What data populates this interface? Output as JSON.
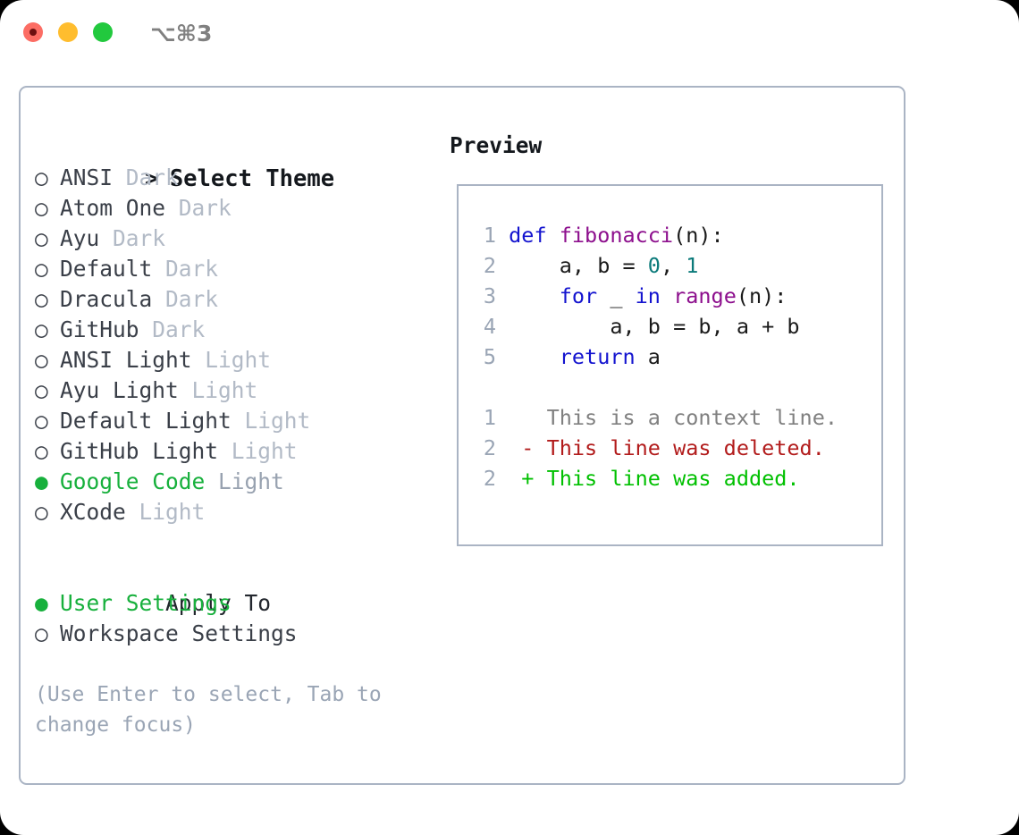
{
  "titlebar": {
    "buttons": [
      "close",
      "minimize",
      "maximize"
    ],
    "shortcut": "⌥⌘3"
  },
  "left_panel": {
    "title": "Select Theme",
    "title_prefix": ">",
    "bullet_unselected": "○",
    "bullet_selected": "●",
    "themes": [
      {
        "name": "ANSI",
        "kind": "Dark",
        "selected": false
      },
      {
        "name": "Atom One",
        "kind": "Dark",
        "selected": false
      },
      {
        "name": "Ayu",
        "kind": "Dark",
        "selected": false
      },
      {
        "name": "Default",
        "kind": "Dark",
        "selected": false
      },
      {
        "name": "Dracula",
        "kind": "Dark",
        "selected": false
      },
      {
        "name": "GitHub",
        "kind": "Dark",
        "selected": false
      },
      {
        "name": "ANSI Light",
        "kind": "Light",
        "selected": false
      },
      {
        "name": "Ayu Light",
        "kind": "Light",
        "selected": false
      },
      {
        "name": "Default Light",
        "kind": "Light",
        "selected": false
      },
      {
        "name": "GitHub Light",
        "kind": "Light",
        "selected": false
      },
      {
        "name": "Google Code",
        "kind": "Light",
        "selected": true
      },
      {
        "name": "XCode",
        "kind": "Light",
        "selected": false
      }
    ],
    "apply_to": {
      "header": "Apply To",
      "options": [
        {
          "label": "User Settings",
          "selected": true
        },
        {
          "label": "Workspace Settings",
          "selected": false
        }
      ]
    },
    "hint": "(Use Enter to select, Tab to change focus)"
  },
  "right_panel": {
    "label": "Preview",
    "code_lines": [
      {
        "num": "1",
        "tokens": [
          {
            "t": "def ",
            "c": "kw"
          },
          {
            "t": "fibonacci",
            "c": "fn"
          },
          {
            "t": "(n):",
            "c": "plain"
          }
        ]
      },
      {
        "num": "2",
        "tokens": [
          {
            "t": "    a, b = ",
            "c": "plain"
          },
          {
            "t": "0",
            "c": "num"
          },
          {
            "t": ", ",
            "c": "plain"
          },
          {
            "t": "1",
            "c": "num"
          }
        ]
      },
      {
        "num": "3",
        "tokens": [
          {
            "t": "    ",
            "c": "plain"
          },
          {
            "t": "for",
            "c": "kw"
          },
          {
            "t": " _ ",
            "c": "plain"
          },
          {
            "t": "in",
            "c": "kw"
          },
          {
            "t": " ",
            "c": "plain"
          },
          {
            "t": "range",
            "c": "fn"
          },
          {
            "t": "(n):",
            "c": "plain"
          }
        ]
      },
      {
        "num": "4",
        "tokens": [
          {
            "t": "        a, b = b, a + b",
            "c": "plain"
          }
        ]
      },
      {
        "num": "5",
        "tokens": [
          {
            "t": "    ",
            "c": "plain"
          },
          {
            "t": "return",
            "c": "kw"
          },
          {
            "t": " a",
            "c": "plain"
          }
        ]
      }
    ],
    "diff_lines": [
      {
        "num": "1",
        "marker": " ",
        "text": " This is a context line.",
        "kind": "ctx"
      },
      {
        "num": "2",
        "marker": "-",
        "text": " This line was deleted.",
        "kind": "del"
      },
      {
        "num": "2",
        "marker": "+",
        "text": " This line was added.",
        "kind": "add"
      }
    ]
  },
  "colors": {
    "accent_green": "#17b03c",
    "border": "#aab4c4",
    "muted": "#b2bac6",
    "hint": "#9aa5b5",
    "keyword": "#1414cf",
    "function": "#8d0f8d",
    "number": "#0b7a7a",
    "diff_deleted": "#b21b1b",
    "diff_added": "#00c000",
    "diff_context": "#808080",
    "light_red": "#fc6d64",
    "light_yellow": "#ffbd2e",
    "light_green": "#22c93e"
  }
}
